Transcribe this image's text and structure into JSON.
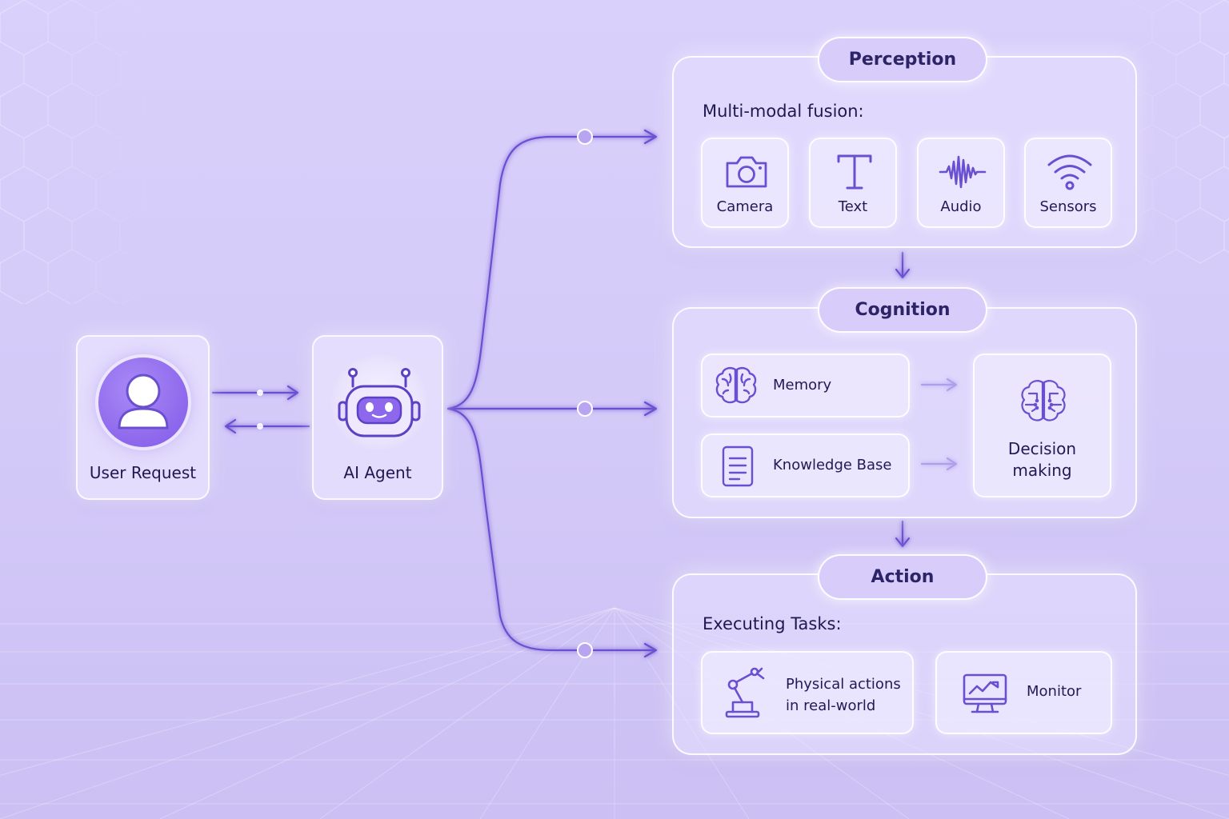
{
  "colors": {
    "accent": "#6a4fd0",
    "background": "#d6ccfa",
    "avatar": "#8d67ec"
  },
  "user": {
    "label": "User Request",
    "icon": "user-icon"
  },
  "agent": {
    "label": "AI Agent",
    "icon": "robot-icon"
  },
  "perception": {
    "title": "Perception",
    "subtitle": "Multi-modal fusion:",
    "items": [
      {
        "label": "Camera",
        "icon": "camera-icon"
      },
      {
        "label": "Text",
        "icon": "text-icon"
      },
      {
        "label": "Audio",
        "icon": "audio-wave-icon"
      },
      {
        "label": "Sensors",
        "icon": "wifi-sensor-icon"
      }
    ]
  },
  "cognition": {
    "title": "Cognition",
    "items": [
      {
        "label": "Memory",
        "icon": "brain-icon"
      },
      {
        "label": "Knowledge Base",
        "icon": "document-icon"
      }
    ],
    "decision": {
      "line1": "Decision",
      "line2": "making",
      "icon": "circuit-brain-icon"
    }
  },
  "action": {
    "title": "Action",
    "subtitle": "Executing Tasks:",
    "items": [
      {
        "line1": "Physical actions",
        "line2": "in real-world",
        "icon": "robot-arm-icon"
      },
      {
        "label": "Monitor",
        "icon": "monitor-chart-icon"
      }
    ]
  }
}
